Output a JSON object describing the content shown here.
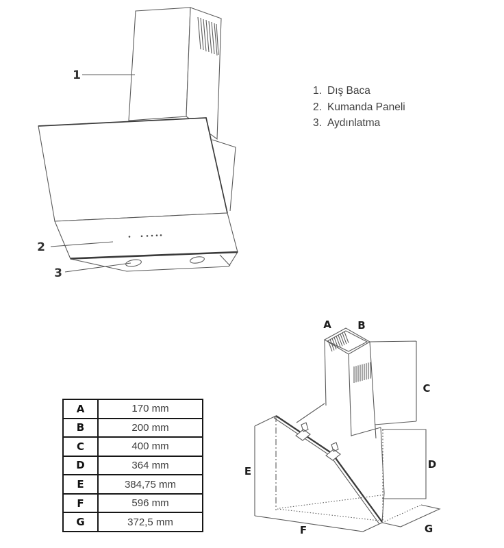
{
  "page": {
    "background": "#ffffff"
  },
  "colors": {
    "line": "#5b5b5b",
    "dark_line": "#3a3a3a",
    "text": "#3f3f3f",
    "table_border": "#161616",
    "label_text": "#1c1c1c"
  },
  "product_figure": {
    "parts": [
      "1",
      "2",
      "3"
    ]
  },
  "legend": {
    "items": [
      {
        "num": "1.",
        "label": "Dış Baca"
      },
      {
        "num": "2.",
        "label": "Kumanda Paneli"
      },
      {
        "num": "3.",
        "label": "Aydınlatma"
      }
    ]
  },
  "dimension_table": {
    "rows": [
      {
        "key": "A",
        "value": "170 mm"
      },
      {
        "key": "B",
        "value": "200 mm"
      },
      {
        "key": "C",
        "value": "400 mm"
      },
      {
        "key": "D",
        "value": "364 mm"
      },
      {
        "key": "E",
        "value": "384,75 mm"
      },
      {
        "key": "F",
        "value": "596 mm"
      },
      {
        "key": "G",
        "value": "372,5 mm"
      }
    ]
  },
  "dimension_diagram": {
    "letters": [
      "A",
      "B",
      "C",
      "D",
      "E",
      "F",
      "G"
    ]
  }
}
